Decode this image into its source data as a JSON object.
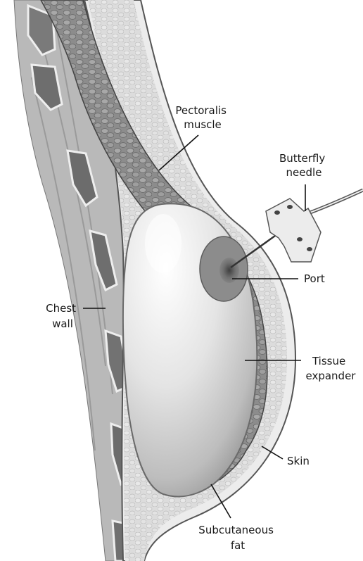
{
  "labels": {
    "pectoralis_muscle": [
      "Pectoralis",
      "muscle"
    ],
    "butterfly_needle": [
      "Butterfly",
      "needle"
    ],
    "port": "Port",
    "chest_wall": [
      "Chest",
      "wall"
    ],
    "tissue_expander": [
      "Tissue",
      "expander"
    ],
    "skin": "Skin",
    "subcutaneous_fat": [
      "Subcutaneous",
      "fat"
    ]
  },
  "colors": {
    "skin_band": "#e6e6e6",
    "fat": "#d2d2d2",
    "muscle": "#8a8a8a",
    "ribs": "#6e6e6e",
    "expander": "#e3e3e3",
    "port": "#7a7a7a"
  }
}
